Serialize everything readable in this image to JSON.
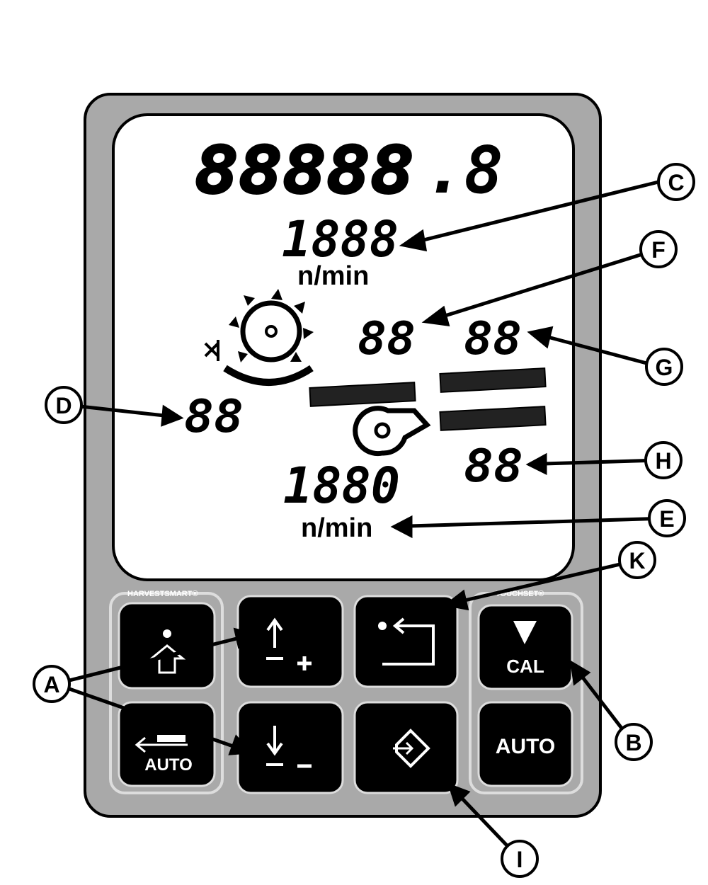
{
  "display": {
    "top_alpha": "88888",
    "top_dot_digit": ".8",
    "upper_rpm": "1888",
    "upper_unit": "n/min",
    "upper_small_left": "88",
    "upper_small_right": "88",
    "left_small": "88",
    "lower_right_small": "88",
    "lower_rpm": "1880",
    "lower_unit": "n/min"
  },
  "keypad": {
    "left_group_label": "HARVESTSMART®",
    "right_group_label": "TOUCHSET®",
    "cal_label": "CAL",
    "auto_right_label": "AUTO",
    "auto_left_label": "AUTO"
  },
  "callouts": [
    "C",
    "F",
    "G",
    "D",
    "H",
    "E",
    "K",
    "A",
    "B",
    "I"
  ]
}
